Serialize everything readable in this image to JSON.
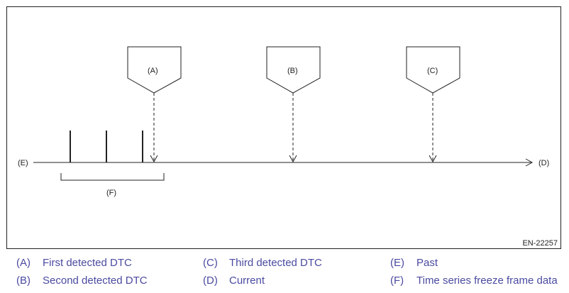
{
  "diagram": {
    "figure_id": "EN-22257",
    "axis_left_label": "(E)",
    "axis_right_label": "(D)",
    "markers": [
      {
        "label": "(A)"
      },
      {
        "label": "(B)"
      },
      {
        "label": "(C)"
      }
    ],
    "bracket_label": "(F)"
  },
  "legend": [
    {
      "key": "(A)",
      "text": "First detected DTC"
    },
    {
      "key": "(B)",
      "text": "Second detected DTC"
    },
    {
      "key": "(C)",
      "text": "Third detected DTC"
    },
    {
      "key": "(D)",
      "text": "Current"
    },
    {
      "key": "(E)",
      "text": "Past"
    },
    {
      "key": "(F)",
      "text": "Time series freeze frame data"
    }
  ],
  "colors": {
    "line": "#222222",
    "legend_text": "#4a4aa0"
  }
}
